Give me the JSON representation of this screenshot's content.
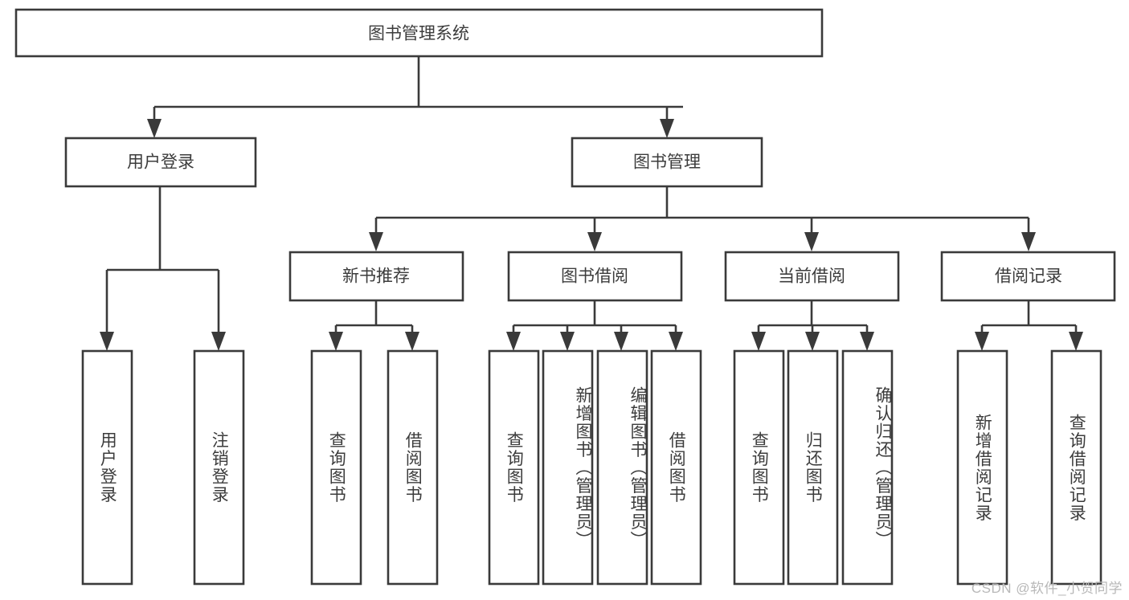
{
  "diagram": {
    "title": "图书管理系统",
    "type": "tree-hierarchy-diagram",
    "colors": {
      "background": "#ffffff",
      "box_stroke": "#3a3a3a",
      "box_fill": "#ffffff",
      "text": "#3c3c3c",
      "connector": "#3a3a3a",
      "watermark": "#b8b8b8"
    },
    "root": {
      "label": "图书管理系统"
    },
    "level2": [
      {
        "label": "用户登录"
      },
      {
        "label": "图书管理"
      }
    ],
    "level3": [
      {
        "label": "新书推荐"
      },
      {
        "label": "图书借阅"
      },
      {
        "label": "当前借阅"
      },
      {
        "label": "借阅记录"
      }
    ],
    "leaves": {
      "user_login": [
        {
          "label": "用户登录"
        },
        {
          "label": "注销登录"
        }
      ],
      "new_book_recommend": [
        {
          "label": "查询图书"
        },
        {
          "label": "借阅图书"
        }
      ],
      "book_borrow": [
        {
          "label": "查询图书"
        },
        {
          "label": "新增图书（管理员）"
        },
        {
          "label": "编辑图书（管理员）"
        },
        {
          "label": "借阅图书"
        }
      ],
      "current_borrow": [
        {
          "label": "查询图书"
        },
        {
          "label": "归还图书"
        },
        {
          "label": "确认归还（管理员）"
        }
      ],
      "borrow_record": [
        {
          "label": "新增借阅记录"
        },
        {
          "label": "查询借阅记录"
        }
      ]
    },
    "watermark": "CSDN @软件_小贺同学"
  }
}
